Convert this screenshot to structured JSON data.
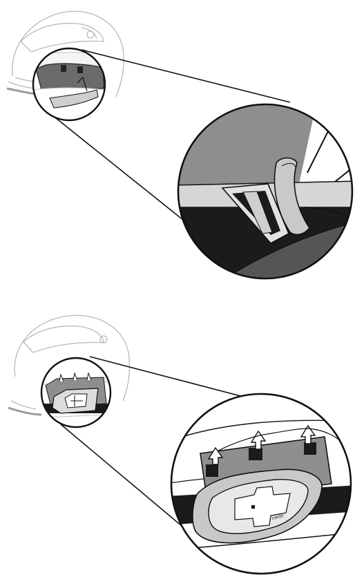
{
  "panels": [
    {
      "id": "step-1",
      "description_hidden": true,
      "overview": "helmet-lower-shell-with-clip-slot",
      "detail": "clip-tab-inserted-into-slot"
    },
    {
      "id": "step-2",
      "description_hidden": true,
      "overview": "helmet-with-mounted-cradle",
      "detail": "cradle-with-arrows-pushed-up",
      "brand_label": "cardo"
    }
  ],
  "colors": {
    "outline": "#111111",
    "helmet_line": "#b8b8b8",
    "shell_gray": "#8e8e8e",
    "dark_gray": "#555555",
    "light_gray": "#d6d6d6",
    "cradle_fill": "#dcdcdc",
    "pad_black": "#1b1b1b"
  }
}
